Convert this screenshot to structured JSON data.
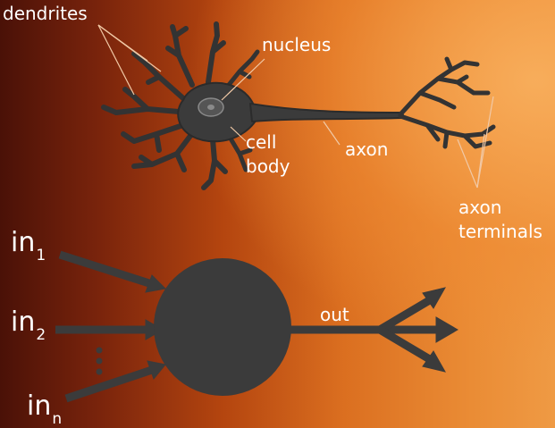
{
  "labels": {
    "dendrites": "dendrites",
    "nucleus": "nucleus",
    "cell_body_line1": "cell",
    "cell_body_line2": "body",
    "axon": "axon",
    "axon_terminals_line1": "axon",
    "axon_terminals_line2": "terminals",
    "output": "out"
  },
  "inputs": [
    {
      "base": "in",
      "sub": "1"
    },
    {
      "base": "in",
      "sub": "2"
    },
    {
      "base": "in",
      "sub": "n"
    }
  ],
  "colors": {
    "neuron_fill": "#3b3b3b",
    "neuron_outline": "#2b2b2b",
    "label_text": "#ffffff",
    "pointer_line": "#f1c9a6",
    "background_dark": "#4a1107",
    "background_light": "#ef9a44"
  }
}
